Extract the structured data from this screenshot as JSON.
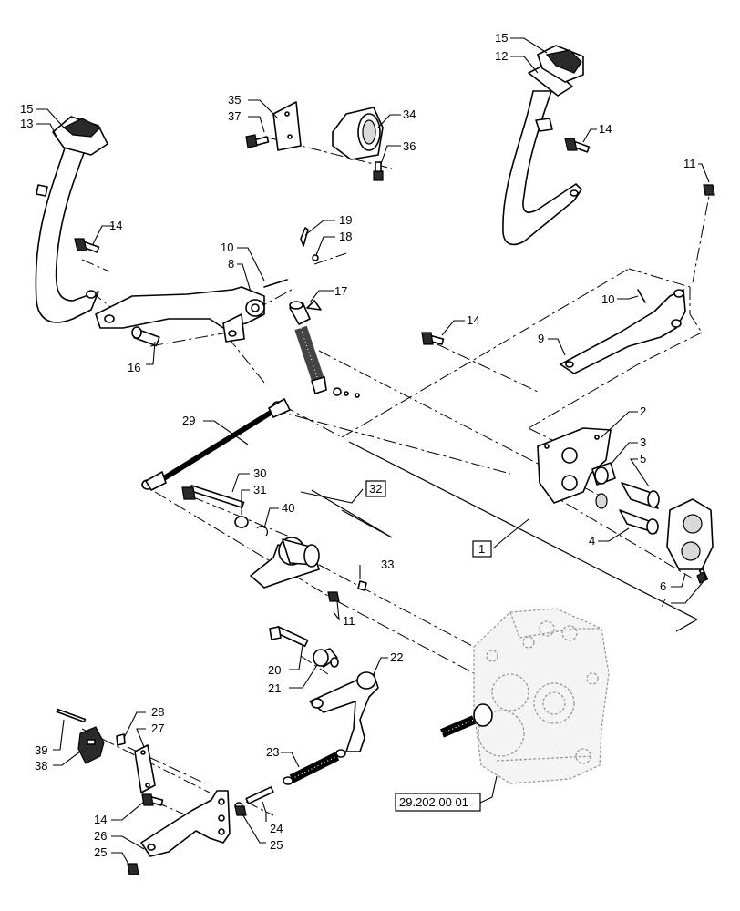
{
  "callouts": {
    "c1": "1",
    "c2": "2",
    "c3": "3",
    "c4": "4",
    "c5": "5",
    "c6": "6",
    "c7": "7",
    "c8": "8",
    "c9": "9",
    "c10a": "10",
    "c10b": "10",
    "c11a": "11",
    "c11b": "11",
    "c12": "12",
    "c13": "13",
    "c14a": "14",
    "c14b": "14",
    "c14c": "14",
    "c14d": "14",
    "c15a": "15",
    "c15b": "15",
    "c16": "16",
    "c17": "17",
    "c18": "18",
    "c19": "19",
    "c20": "20",
    "c21": "21",
    "c22": "22",
    "c23": "23",
    "c24": "24",
    "c25a": "25",
    "c25b": "25",
    "c26": "26",
    "c27": "27",
    "c28": "28",
    "c29": "29",
    "c30": "30",
    "c31": "31",
    "c32": "32",
    "c33": "33",
    "c34": "34",
    "c35": "35",
    "c36": "36",
    "c37": "37",
    "c38": "38",
    "c39": "39",
    "c40": "40"
  },
  "reference": "29.202.00 01"
}
